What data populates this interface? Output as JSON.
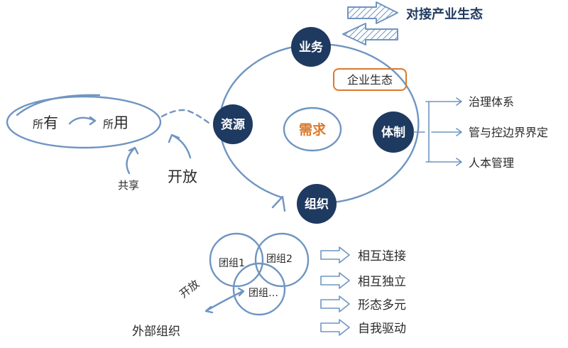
{
  "colors": {
    "node_fill": "#1f3a60",
    "sketch_stroke": "#6f95c1",
    "accent_orange": "#d9792e",
    "text": "#2a2a2a",
    "navy_text": "#1f3a60"
  },
  "top": {
    "label": "对接产业生态"
  },
  "cycle": {
    "center_label": "需求",
    "ecosystem_tag": "企业生态",
    "nodes": {
      "business": "业务",
      "system": "体制",
      "organization": "组织",
      "resources": "资源"
    }
  },
  "system_branches": [
    "治理体系",
    "管与控边界界定",
    "人本管理"
  ],
  "ownership": {
    "own_prefix": "所",
    "own_big": "有",
    "use_prefix": "所",
    "use_big": "用",
    "share": "共享",
    "open": "开放"
  },
  "teams": {
    "team1": "团组1",
    "team2": "团组2",
    "team_more": "团组…",
    "open_label": "开放",
    "external": "外部组织"
  },
  "team_traits": [
    "相互连接",
    "相互独立",
    "形态多元",
    "自我驱动"
  ],
  "icons": [
    "hatched-right-arrow-icon",
    "hatched-left-arrow-icon",
    "outline-arrow-icon"
  ]
}
